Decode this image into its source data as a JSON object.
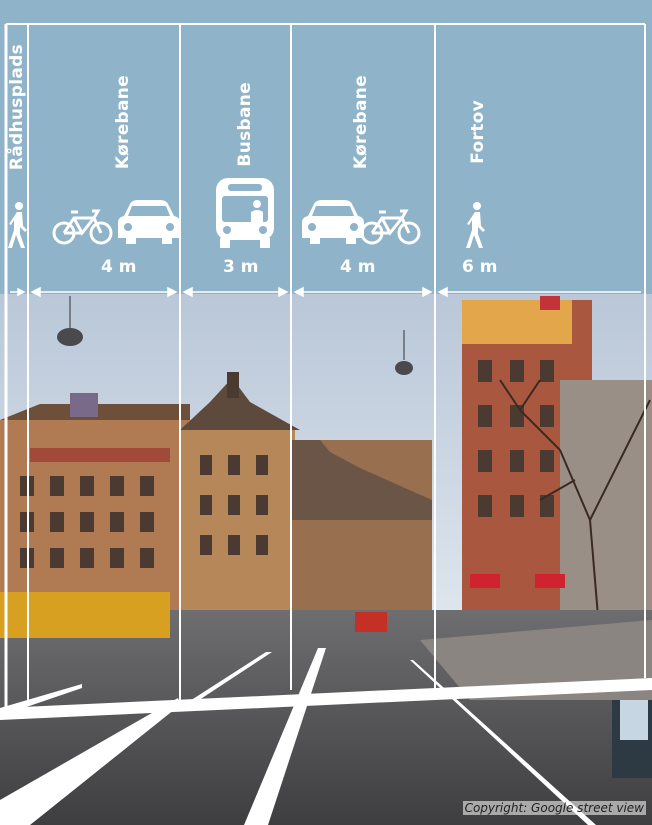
{
  "lanes": [
    {
      "name": "Rådhusplads",
      "width": ""
    },
    {
      "name": "Kørebane",
      "width": "4 m"
    },
    {
      "name": "Busbane",
      "width": "3 m"
    },
    {
      "name": "Kørebane",
      "width": "4 m"
    },
    {
      "name": "Fortov",
      "width": "6 m"
    }
  ],
  "icons": {
    "pedestrian": "pedestrian-icon",
    "bicycle": "bicycle-icon",
    "car": "car-icon",
    "bus": "bus-icon"
  },
  "copyright": "Copyright: Google street view",
  "colors": {
    "band": "#8fb3c8",
    "lines": "#ffffff"
  }
}
